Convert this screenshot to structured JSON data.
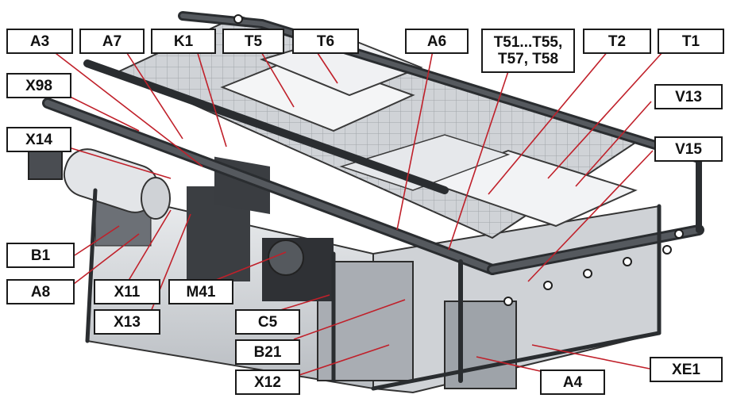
{
  "labels": {
    "A3": "A3",
    "A7": "A7",
    "K1": "K1",
    "T5": "T5",
    "T6": "T6",
    "A6": "A6",
    "T51": "T51...T55,\nT57, T58",
    "T2": "T2",
    "T1": "T1",
    "X98": "X98",
    "V13": "V13",
    "X14": "X14",
    "V15": "V15",
    "B1": "B1",
    "A8": "A8",
    "X11": "X11",
    "M41": "M41",
    "X13": "X13",
    "C5": "C5",
    "B21": "B21",
    "X12": "X12",
    "A4": "A4",
    "XE1": "XE1"
  },
  "colors": {
    "leader": "#c0202a",
    "frame": "#3a3d40",
    "panel": "#d9dbde",
    "border": "#1a1a1a"
  }
}
